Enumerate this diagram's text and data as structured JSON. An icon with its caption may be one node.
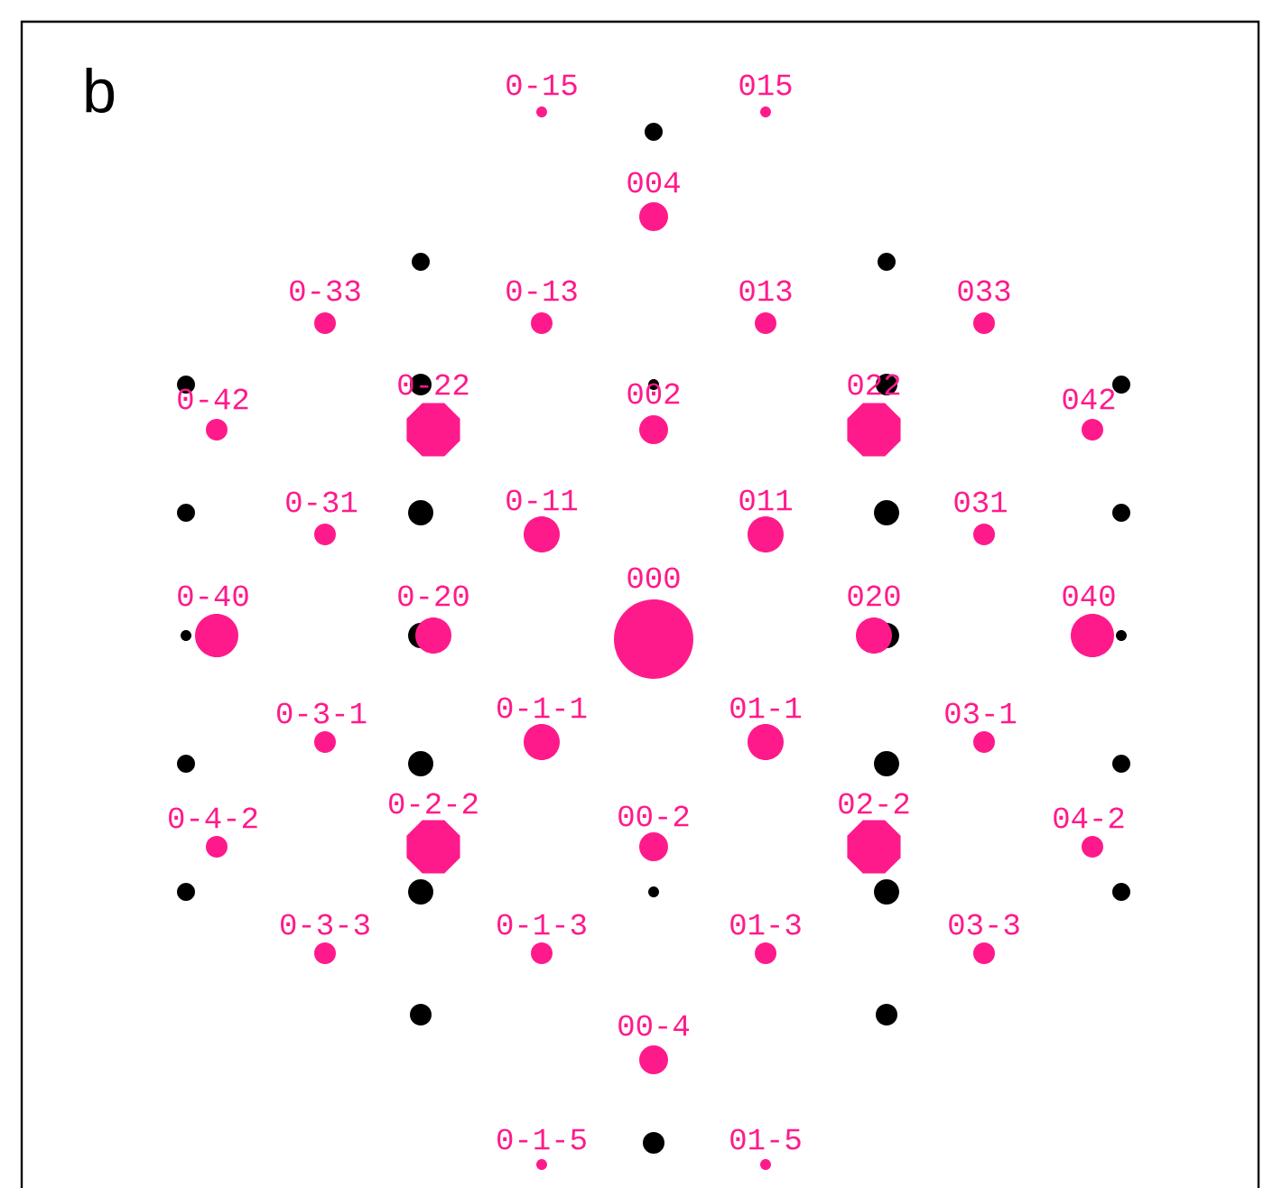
{
  "diagram": {
    "labels": [
      "b",
      "0-15",
      "015",
      "004",
      "0-33",
      "0-13",
      "013",
      "033",
      "0-42",
      "0-22",
      "002",
      "022",
      "042",
      "0-31",
      "0-11",
      "011",
      "031",
      "0-40",
      "0-20",
      "000",
      "020",
      "040",
      "0-3-1",
      "0-1-1",
      "01-1",
      "03-1",
      "0-4-2",
      "0-2-2",
      "00-2",
      "02-2",
      "04-2",
      "0-3-3",
      "0-1-3",
      "01-3",
      "03-3",
      "00-4",
      "0-1-5",
      "01-5"
    ]
  }
}
